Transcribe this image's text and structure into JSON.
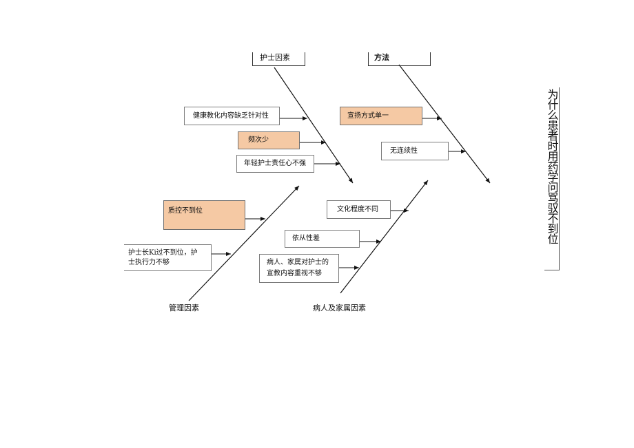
{
  "effect": "为什么患者时用药学问骂驭不到位",
  "categories": {
    "nurse": "护士因素",
    "method": "方法",
    "management": "管理因素",
    "patient": "病人及家属因素"
  },
  "causes": {
    "nurse_1": "健康教化内容缺乏针对性",
    "nurse_2": "频次少",
    "nurse_3": "年轻护士责任心不强",
    "method_1": "宣扬方式单一",
    "method_2": "无连续性",
    "management_1": "质控不到位",
    "management_2": "护士长Ki过不到位，护士执行力不够",
    "patient_1": "文化程度不同",
    "patient_2": "依从性差",
    "patient_3": "病人、家属对护士的宣教内容重视不够"
  },
  "colors": {
    "highlight": "#f5c9a4",
    "line": "#111111"
  }
}
